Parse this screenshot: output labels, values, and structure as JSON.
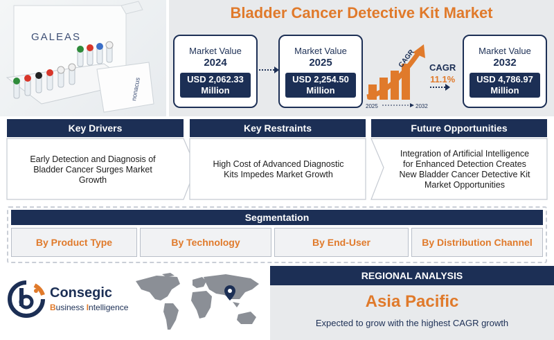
{
  "title": "Bladder Cancer Detective Kit Market",
  "product_image": {
    "brand_box_text": "GALEAS",
    "side_box_text": "nonacus"
  },
  "market_values": [
    {
      "label": "Market Value",
      "year": "2024",
      "value": "USD 2,062.33 Million"
    },
    {
      "label": "Market Value",
      "year": "2025",
      "value": "USD 2,254.50 Million"
    },
    {
      "label": "Market Value",
      "year": "2032",
      "value": "USD 4,786.97 Million"
    }
  ],
  "cagr": {
    "graphic_label": "CAGR",
    "label": "CAGR",
    "value": "11.1%",
    "start_year": "2025",
    "end_year": "2032"
  },
  "sections": {
    "drivers": {
      "heading": "Key Drivers",
      "text": "Early Detection and Diagnosis of Bladder Cancer Surges Market Growth"
    },
    "restraints": {
      "heading": "Key Restraints",
      "text": "High Cost of Advanced Diagnostic Kits Impedes Market Growth"
    },
    "opportunities": {
      "heading": "Future Opportunities",
      "text": "Integration of Artificial Intelligence for Enhanced Detection Creates New Bladder Cancer Detective Kit Market Opportunities"
    }
  },
  "segmentation": {
    "heading": "Segmentation",
    "items": [
      "By Product Type",
      "By Technology",
      "By End-User",
      "By Distribution Channel"
    ]
  },
  "logo": {
    "name": "Consegic",
    "tagline_1": "B",
    "tagline_2": "usiness ",
    "tagline_3": "I",
    "tagline_4": "ntelligence"
  },
  "regional": {
    "heading": "REGIONAL ANALYSIS",
    "region": "Asia Pacific",
    "description": "Expected to grow with the highest CAGR growth"
  },
  "colors": {
    "navy": "#1c2f55",
    "orange": "#e07a2b",
    "panel_grey": "#e8eaec"
  }
}
